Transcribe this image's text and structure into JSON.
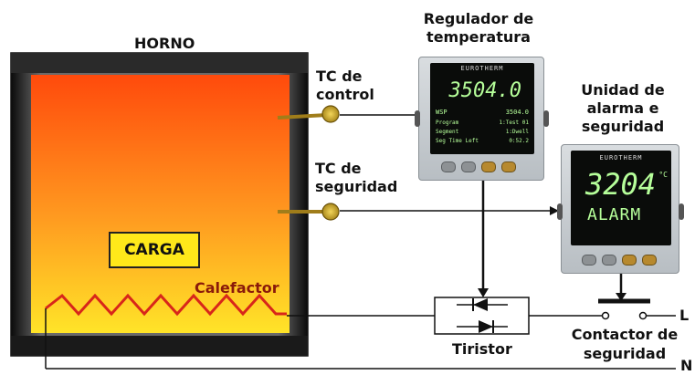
{
  "labels": {
    "horno": "HORNO",
    "regulador_line1": "Regulador de",
    "regulador_line2": "temperatura",
    "tc_control_line1": "TC de",
    "tc_control_line2": "control",
    "unidad_line1": "Unidad de",
    "unidad_line2": "alarma e",
    "unidad_line3": "seguridad",
    "tc_seguridad_line1": "TC de",
    "tc_seguridad_line2": "seguridad",
    "carga": "CARGA",
    "calefactor": "Calefactor",
    "tiristor": "Tiristor",
    "contactor_line1": "Contactor de",
    "contactor_line2": "seguridad",
    "terminal_l": "L",
    "terminal_n": "N"
  },
  "regulator": {
    "brand": "EUROTHERM",
    "main_value": "3504.0",
    "row1_label": "WSP",
    "row1_value": "3504.0",
    "row2_label": "Program",
    "row2_value": "1:Test 01",
    "row3_label": "Segment",
    "row3_value": "1:Dwell",
    "row4_label": "Seg Time Left",
    "row4_value": "0:52.2"
  },
  "alarm_unit": {
    "brand": "EUROTHERM",
    "main_value": "3204",
    "unit": "°C",
    "status": "ALARM"
  },
  "colors": {
    "furnace_top": "#ff5a10",
    "furnace_bottom": "#ffe020",
    "heater": "#d8261a",
    "carga_fill": "#ffe81a"
  }
}
